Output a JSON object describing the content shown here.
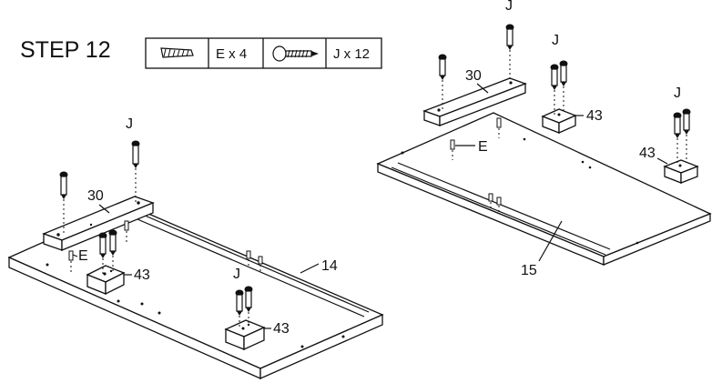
{
  "step": {
    "title": "STEP 12"
  },
  "parts_box": {
    "dowel_label": "E x 4",
    "screw_label": "J x 12"
  },
  "labels": {
    "left_top_screw": "J",
    "left_bar": "30",
    "left_dowel": "E",
    "left_block_1": "43",
    "left_middle_screw": "J",
    "left_panel": "14",
    "left_block_2": "43",
    "right_top_screw": "J",
    "right_bar": "30",
    "right_upper_screw": "J",
    "right_block_1": "43",
    "right_dowel": "E",
    "right_far_screw": "J",
    "right_block_2": "43",
    "right_panel": "15"
  }
}
